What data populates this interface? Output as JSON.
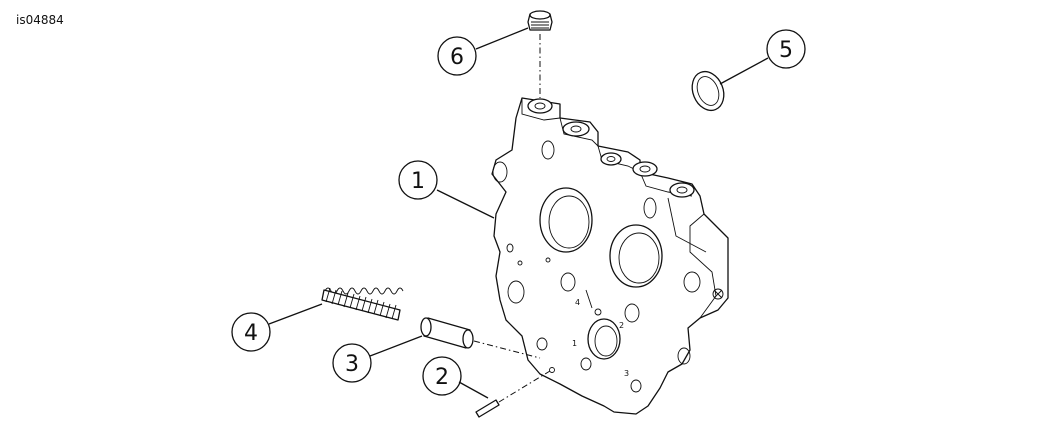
{
  "figure_id": "is04884",
  "callouts": {
    "c1": "1",
    "c2": "2",
    "c3": "3",
    "c4": "4",
    "c5": "5",
    "c6": "6"
  },
  "plate_marks": {
    "m1": "1",
    "m2": "2",
    "m3": "3",
    "m4": "4"
  }
}
